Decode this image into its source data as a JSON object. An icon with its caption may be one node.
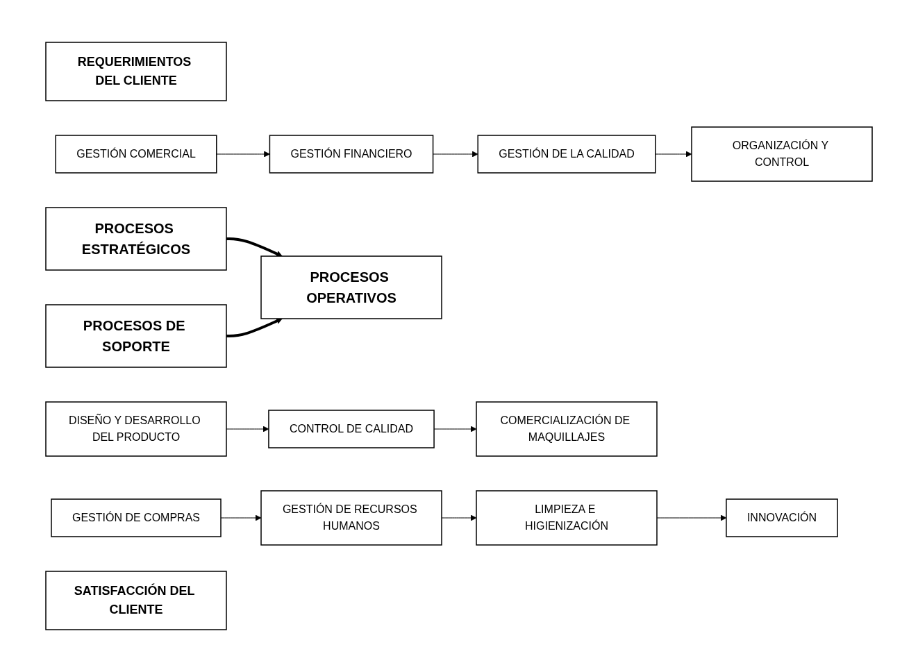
{
  "diagram": {
    "nodes": [
      {
        "text": [
          "REQUERIMIENTOS DEL CLIENTE"
        ]
      },
      {
        "text": [
          "PROCESOS ESTRATÉGICOS"
        ]
      },
      {
        "text": [
          "GESTIÓN COMERCIAL"
        ]
      },
      {
        "text": [
          "GESTIÓN FINANCIERO"
        ]
      },
      {
        "text": [
          "GESTIÓN DE LA CALIDAD"
        ]
      },
      {
        "text": [
          "ORGANIZACIÓN Y CONTROL"
        ]
      },
      {
        "text": [
          "PROCESOS OPERATIVOS"
        ]
      },
      {
        "text": [
          "DISEÑO Y DESARROLLO DEL PRODUCTO"
        ]
      },
      {
        "text": [
          "CONTROL DE CALIDAD"
        ]
      },
      {
        "text": [
          "COMERCIALIZACIÓN DE MAQUILLAJES"
        ]
      },
      {
        "text": [
          "PROCESOS DE SOPORTE"
        ]
      },
      {
        "text": [
          "GESTIÓN DE COMPRAS"
        ]
      },
      {
        "text": [
          "GESTIÓN DE RECURSOS HUMANOS"
        ]
      },
      {
        "text": [
          "LIMPIEZA E HIGIENIZACIÓN"
        ]
      },
      {
        "text": [
          "INNOVACIÓN"
        ]
      },
      {
        "text": [
          "SATISFACCIÓN DEL CLIENTE"
        ]
      }
    ],
    "edges": [
      {
        "from": 2,
        "to": 3,
        "arrow": "to"
      },
      {
        "from": 3,
        "to": 4,
        "arrow": "to"
      },
      {
        "from": 4,
        "to": 5,
        "arrow": "to"
      },
      {
        "from": 1,
        "to": 6,
        "arrow": "to",
        "style": "thick"
      },
      {
        "from": 7,
        "to": 8,
        "arrow": "to"
      },
      {
        "from": 8,
        "to": 9,
        "arrow": "to"
      },
      {
        "from": 10,
        "to": 6,
        "arrow": "to",
        "style": "thick"
      },
      {
        "from": 11,
        "to": 12,
        "arrow": "to"
      },
      {
        "from": 12,
        "to": 13,
        "arrow": "to"
      },
      {
        "from": 13,
        "to": 14,
        "arrow": "to"
      }
    ]
  }
}
